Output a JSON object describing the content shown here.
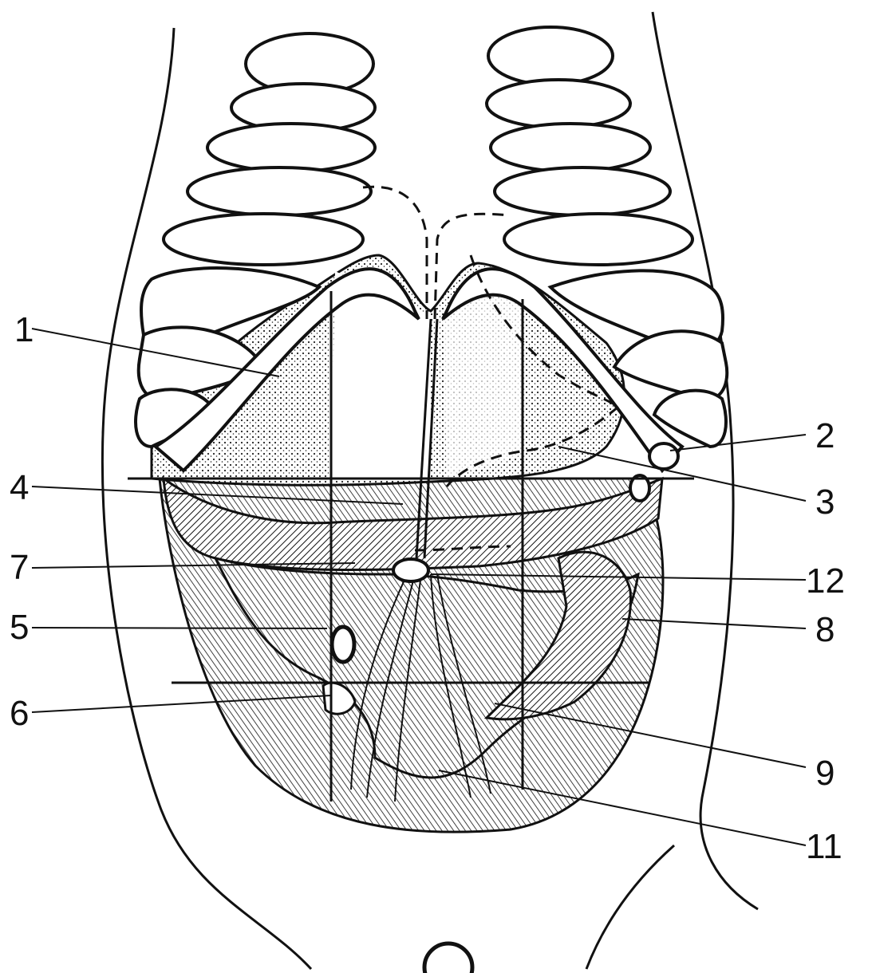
{
  "labels": [
    {
      "id": "l1",
      "text": "1"
    },
    {
      "id": "l2",
      "text": "2"
    },
    {
      "id": "l3",
      "text": "3"
    },
    {
      "id": "l4",
      "text": "4"
    },
    {
      "id": "l5",
      "text": "5"
    },
    {
      "id": "l6",
      "text": "6"
    },
    {
      "id": "l7",
      "text": "7"
    },
    {
      "id": "l8",
      "text": "8"
    },
    {
      "id": "l9",
      "text": "9"
    },
    {
      "id": "l11",
      "text": "11"
    },
    {
      "id": "l12",
      "text": "12"
    }
  ],
  "colors": {
    "ink": "#111111",
    "paper": "#ffffff",
    "shade": "#9a9a9a"
  }
}
